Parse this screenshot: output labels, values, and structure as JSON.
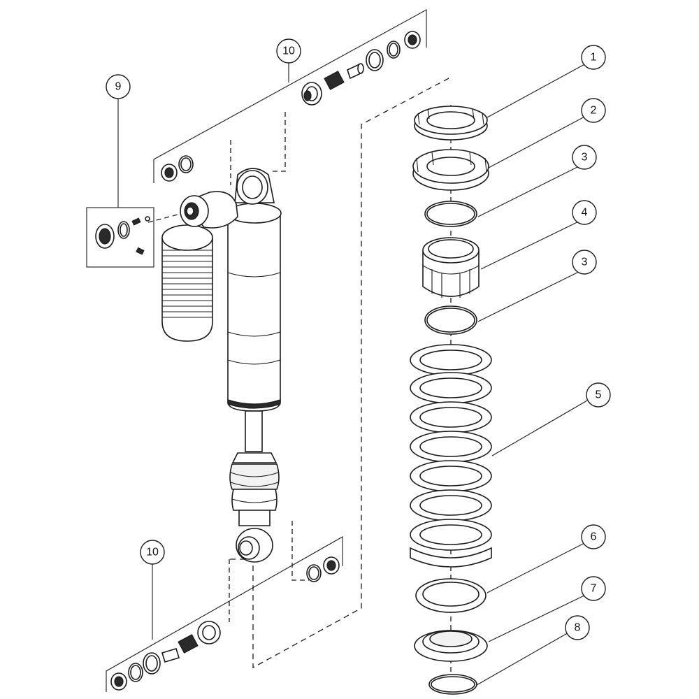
{
  "callouts": {
    "c1": "1",
    "c2": "2",
    "c3a": "3",
    "c4": "4",
    "c3b": "3",
    "c5": "5",
    "c6": "6",
    "c7": "7",
    "c8": "8",
    "c9": "9",
    "c10top": "10",
    "c10bottom": "10"
  }
}
